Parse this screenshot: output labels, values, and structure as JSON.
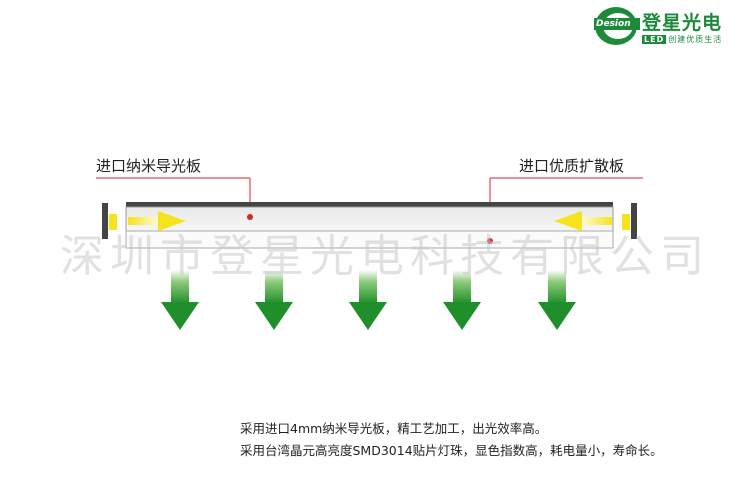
{
  "logo": {
    "name_cn": "登星光电",
    "brand_en": "Desion",
    "led": "LED",
    "slogan": "创建优质生活",
    "green": "#1d8a3a"
  },
  "labels": {
    "left": "进口纳米导光板",
    "right": "进口优质扩散板"
  },
  "watermark": "深圳市登星光电科技有限公司",
  "description": [
    "采用进口4mm纳米导光板，精工艺加工，出光效率高。",
    "采用台湾晶元高亮度SMD3014贴片灯珠，显色指数高，耗电量小，寿命长。"
  ],
  "colors": {
    "arrow_green": "#1e8f2a",
    "arrow_yellow": "#f5e31b",
    "marker_red": "#d9232d",
    "frame": "#444444"
  },
  "icons": [
    "logo-icon",
    "yellow-arrow-icon",
    "green-down-arrow-icon"
  ]
}
